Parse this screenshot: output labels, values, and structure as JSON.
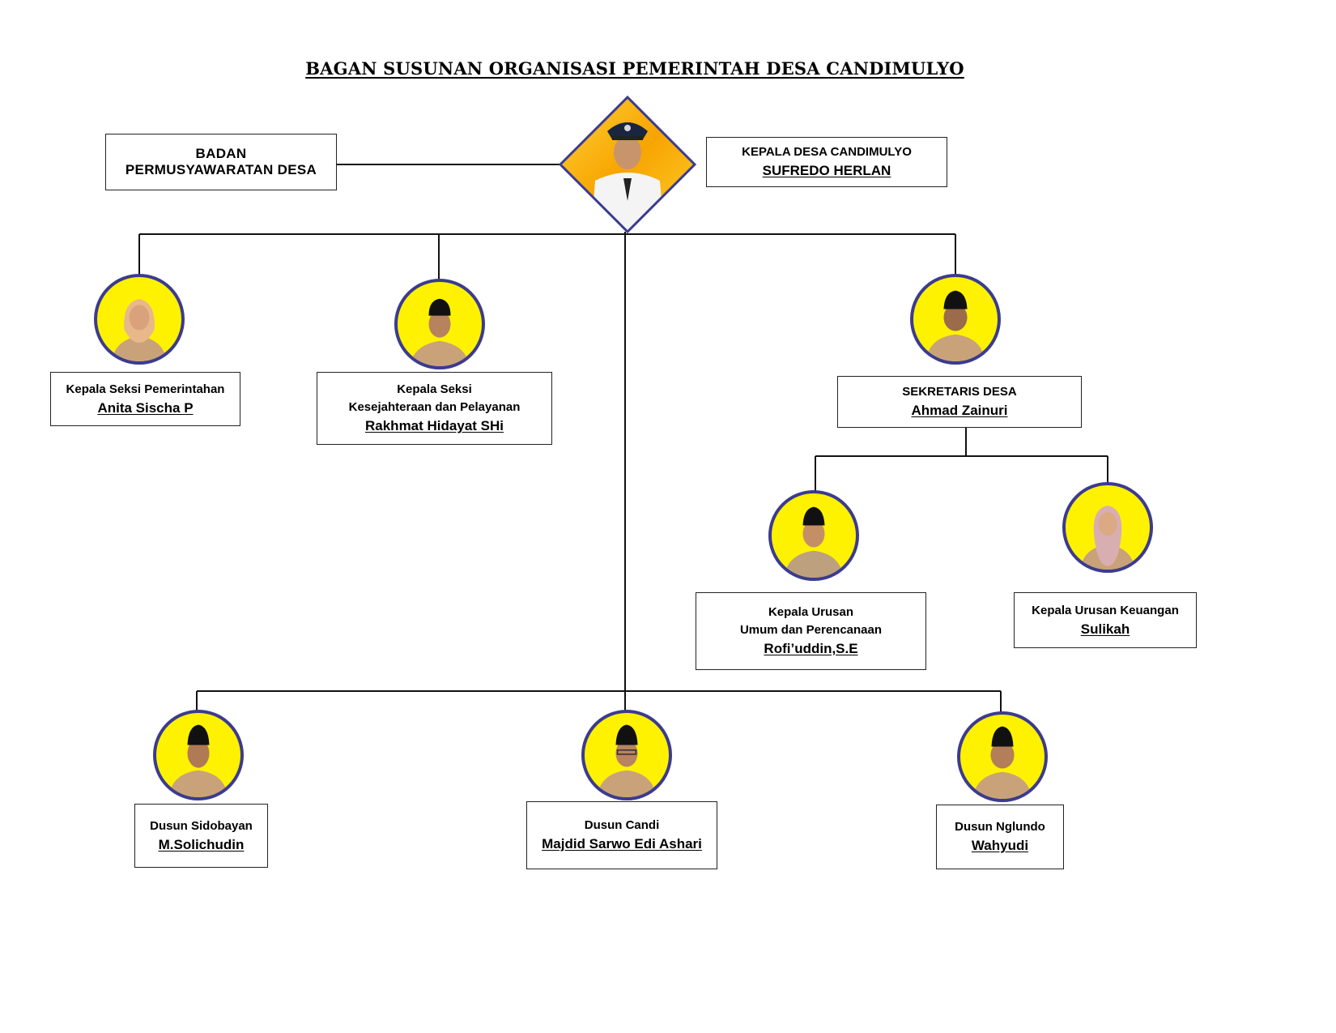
{
  "title": "BAGAN SUSUNAN ORGANISASI PEMERINTAH DESA CANDIMULYO",
  "colors": {
    "photo_bg": "#fff200",
    "photo_border": "#3b3b8f",
    "diamond_bg": "#f5b000",
    "uniform": "#c9a27a"
  },
  "bpd": {
    "line1": "BADAN",
    "line2": "PERMUSYAWARATAN DESA"
  },
  "kepala_desa": {
    "role": "KEPALA DESA CANDIMULYO",
    "name": "SUFREDO HERLAN",
    "photo_icon": "portrait-photo"
  },
  "staff": {
    "kasi_pemerintahan": {
      "role": "Kepala Seksi Pemerintahan",
      "name": "Anita Sischa P"
    },
    "kasi_kesejahteraan": {
      "role1": "Kepala Seksi",
      "role2": "Kesejahteraan dan Pelayanan",
      "name": "Rakhmat Hidayat SHi"
    },
    "sekretaris": {
      "role": "SEKRETARIS DESA",
      "name": "Ahmad Zainuri"
    },
    "kaur_umum": {
      "role1": "Kepala Urusan",
      "role2": "Umum dan Perencanaan",
      "name": "Rofi’uddin,S.E"
    },
    "kaur_keuangan": {
      "role": "Kepala Urusan Keuangan",
      "name": "Sulikah"
    },
    "dusun_sidobayan": {
      "role": "Dusun Sidobayan",
      "name": "M.Solichudin"
    },
    "dusun_candi": {
      "role": "Dusun Candi",
      "name": "Majdid Sarwo Edi Ashari"
    },
    "dusun_nglundo": {
      "role": "Dusun Nglundo",
      "name": "Wahyudi"
    }
  }
}
